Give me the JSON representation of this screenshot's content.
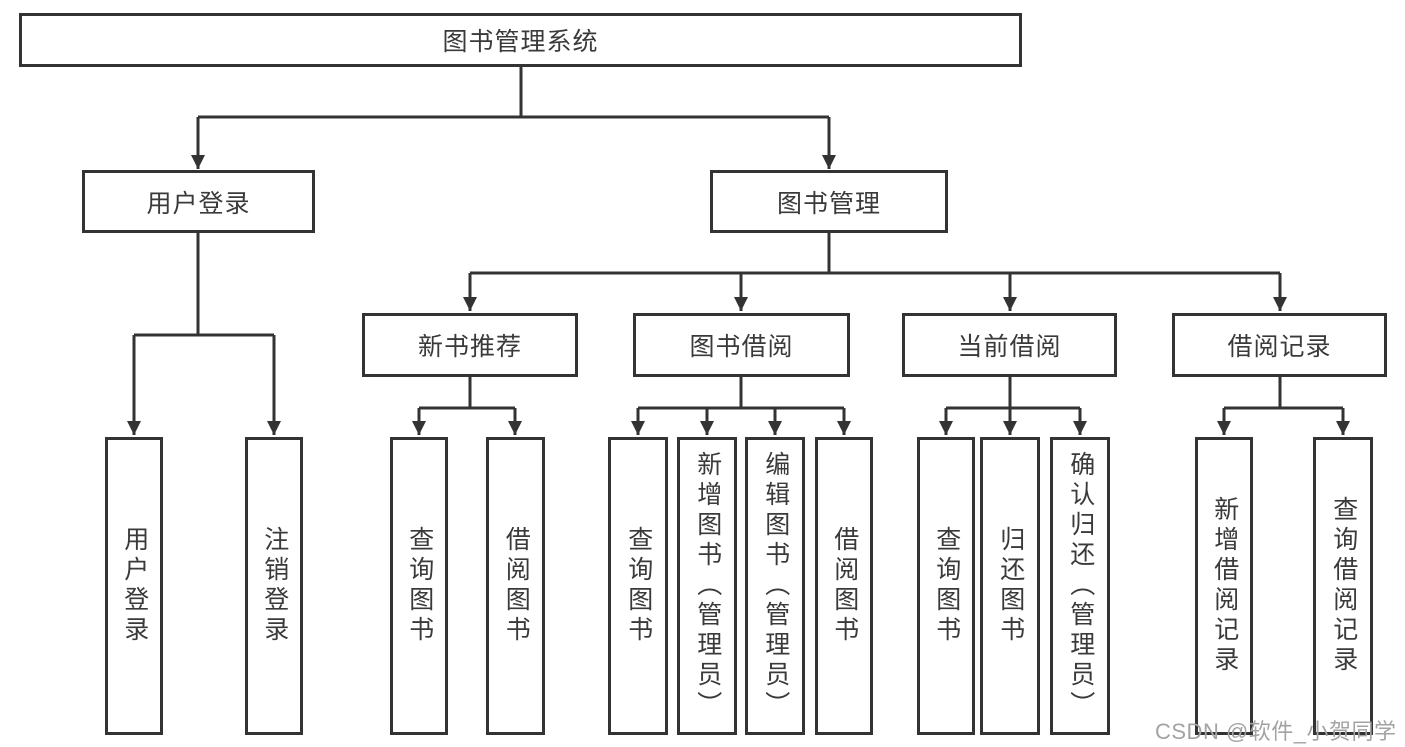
{
  "diagram": {
    "type": "hierarchy-tree",
    "colors": {
      "line": "#333333",
      "box_border": "#333333",
      "box_fill": "#ffffff",
      "text": "#3a3a3a",
      "watermark": "#a3a3a3"
    },
    "root": {
      "label": "图书管理系统",
      "children": [
        {
          "label": "用户登录",
          "children": [
            {
              "label": "用户登录"
            },
            {
              "label": "注销登录"
            }
          ]
        },
        {
          "label": "图书管理",
          "children": [
            {
              "label": "新书推荐",
              "children": [
                {
                  "label": "查询图书"
                },
                {
                  "label": "借阅图书"
                }
              ]
            },
            {
              "label": "图书借阅",
              "children": [
                {
                  "label": "查询图书"
                },
                {
                  "label": "新增图书（管理员）"
                },
                {
                  "label": "编辑图书（管理员）"
                },
                {
                  "label": "借阅图书"
                }
              ]
            },
            {
              "label": "当前借阅",
              "children": [
                {
                  "label": "查询图书"
                },
                {
                  "label": "归还图书"
                },
                {
                  "label": "确认归还（管理员）"
                }
              ]
            },
            {
              "label": "借阅记录",
              "children": [
                {
                  "label": "新增借阅记录"
                },
                {
                  "label": "查询借阅记录"
                }
              ]
            }
          ]
        }
      ]
    },
    "watermark": "CSDN @软件_小贺同学"
  }
}
